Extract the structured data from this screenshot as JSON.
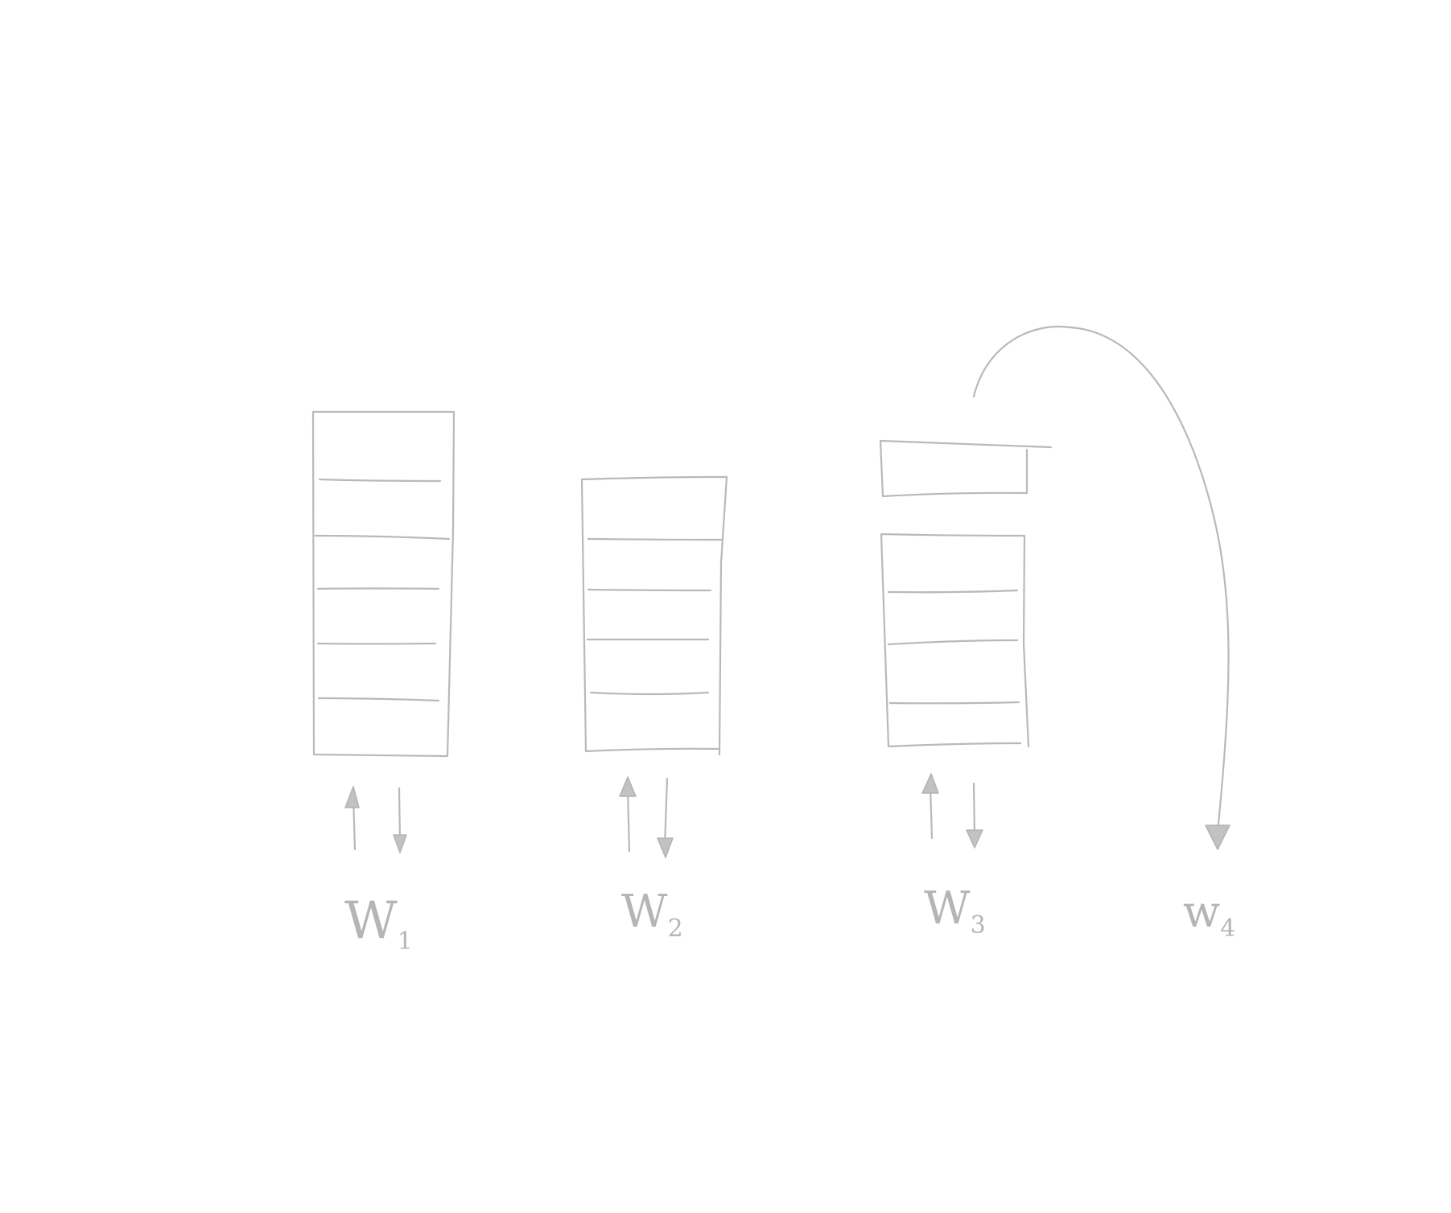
{
  "diagram": {
    "colors": {
      "pencil": "#b9b9b9",
      "background": "#ffffff"
    },
    "workers": [
      {
        "letter": "W",
        "index": "1",
        "queue_slots": 6
      },
      {
        "letter": "W",
        "index": "2",
        "queue_slots": 5
      },
      {
        "letter": "W",
        "index": "3",
        "queue_slots": 4,
        "detached_slots": 1
      },
      {
        "letter": "w",
        "index": "4",
        "queue_slots": 0
      }
    ],
    "transfer": {
      "from_worker": "3",
      "to_worker": "4"
    }
  }
}
